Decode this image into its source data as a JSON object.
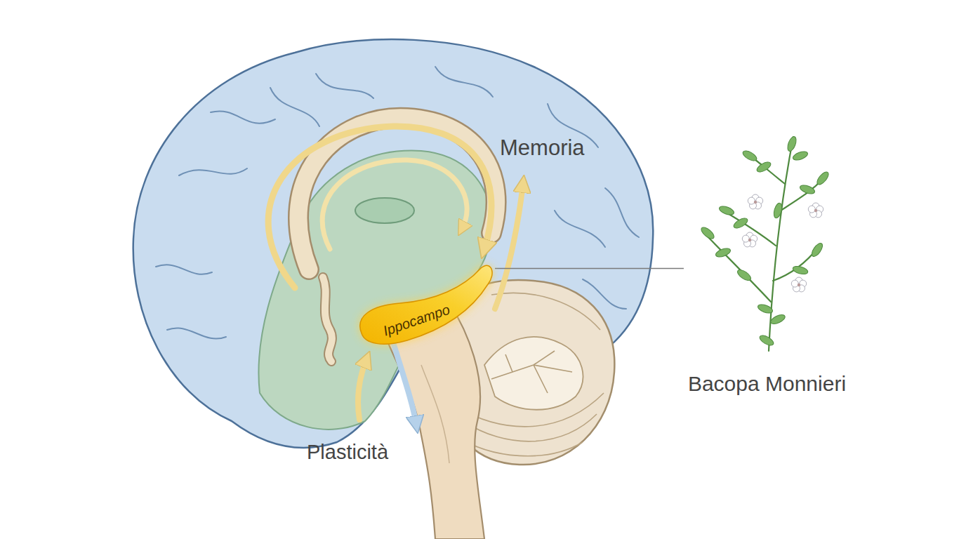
{
  "diagram": {
    "nodes": [
      {
        "text": [
          "Ippocampo"
        ]
      },
      {
        "text": [
          "Bacopa Monnieri"
        ]
      }
    ],
    "edges": [
      {
        "from": 0,
        "to": 1,
        "arrow": "none"
      }
    ],
    "labels": [
      "Memoria",
      "Plasticità"
    ]
  }
}
